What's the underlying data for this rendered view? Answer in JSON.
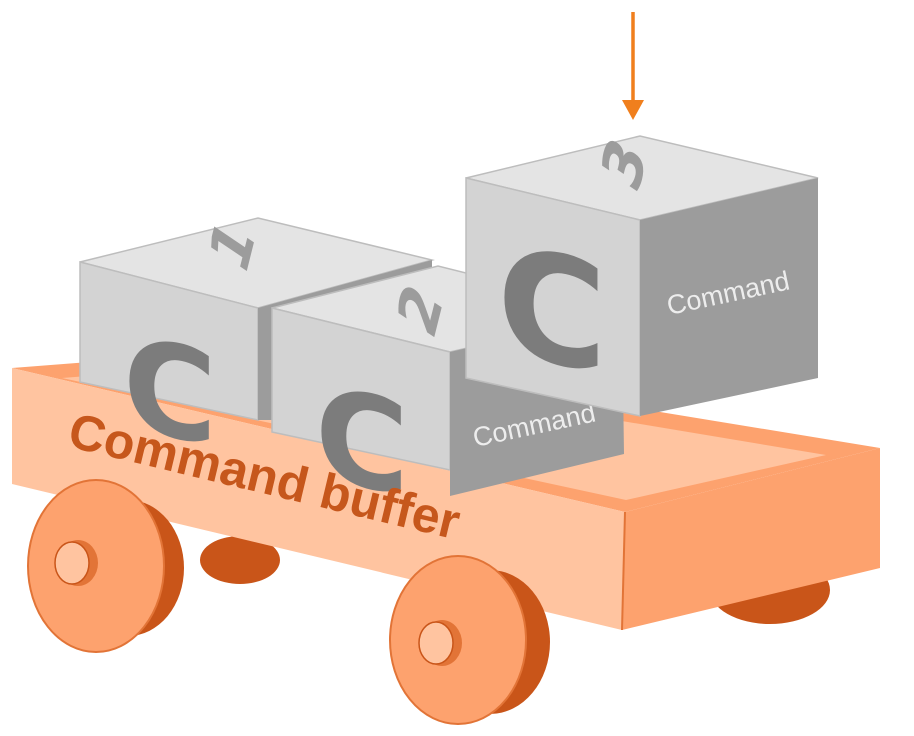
{
  "diagram": {
    "buffer_label": "Command buffer",
    "blocks": [
      {
        "letter": "C",
        "number": "1",
        "side_label": ""
      },
      {
        "letter": "C",
        "number": "2",
        "side_label": "Command"
      },
      {
        "letter": "C",
        "number": "3",
        "side_label": "Command"
      }
    ]
  },
  "colors": {
    "arrow": "#F07F1D",
    "wagon_light": "#FFC4A0",
    "wagon_mid": "#FDA26E",
    "wagon_dark": "#E27437",
    "wagon_deep": "#C95519",
    "wagon_text": "#C6571C",
    "block_top": "#E4E4E4",
    "block_front": "#D3D3D3",
    "block_side": "#9C9C9C",
    "glyph": "#7C7C7C"
  },
  "icons": {
    "arrow": "down-arrow-icon"
  }
}
